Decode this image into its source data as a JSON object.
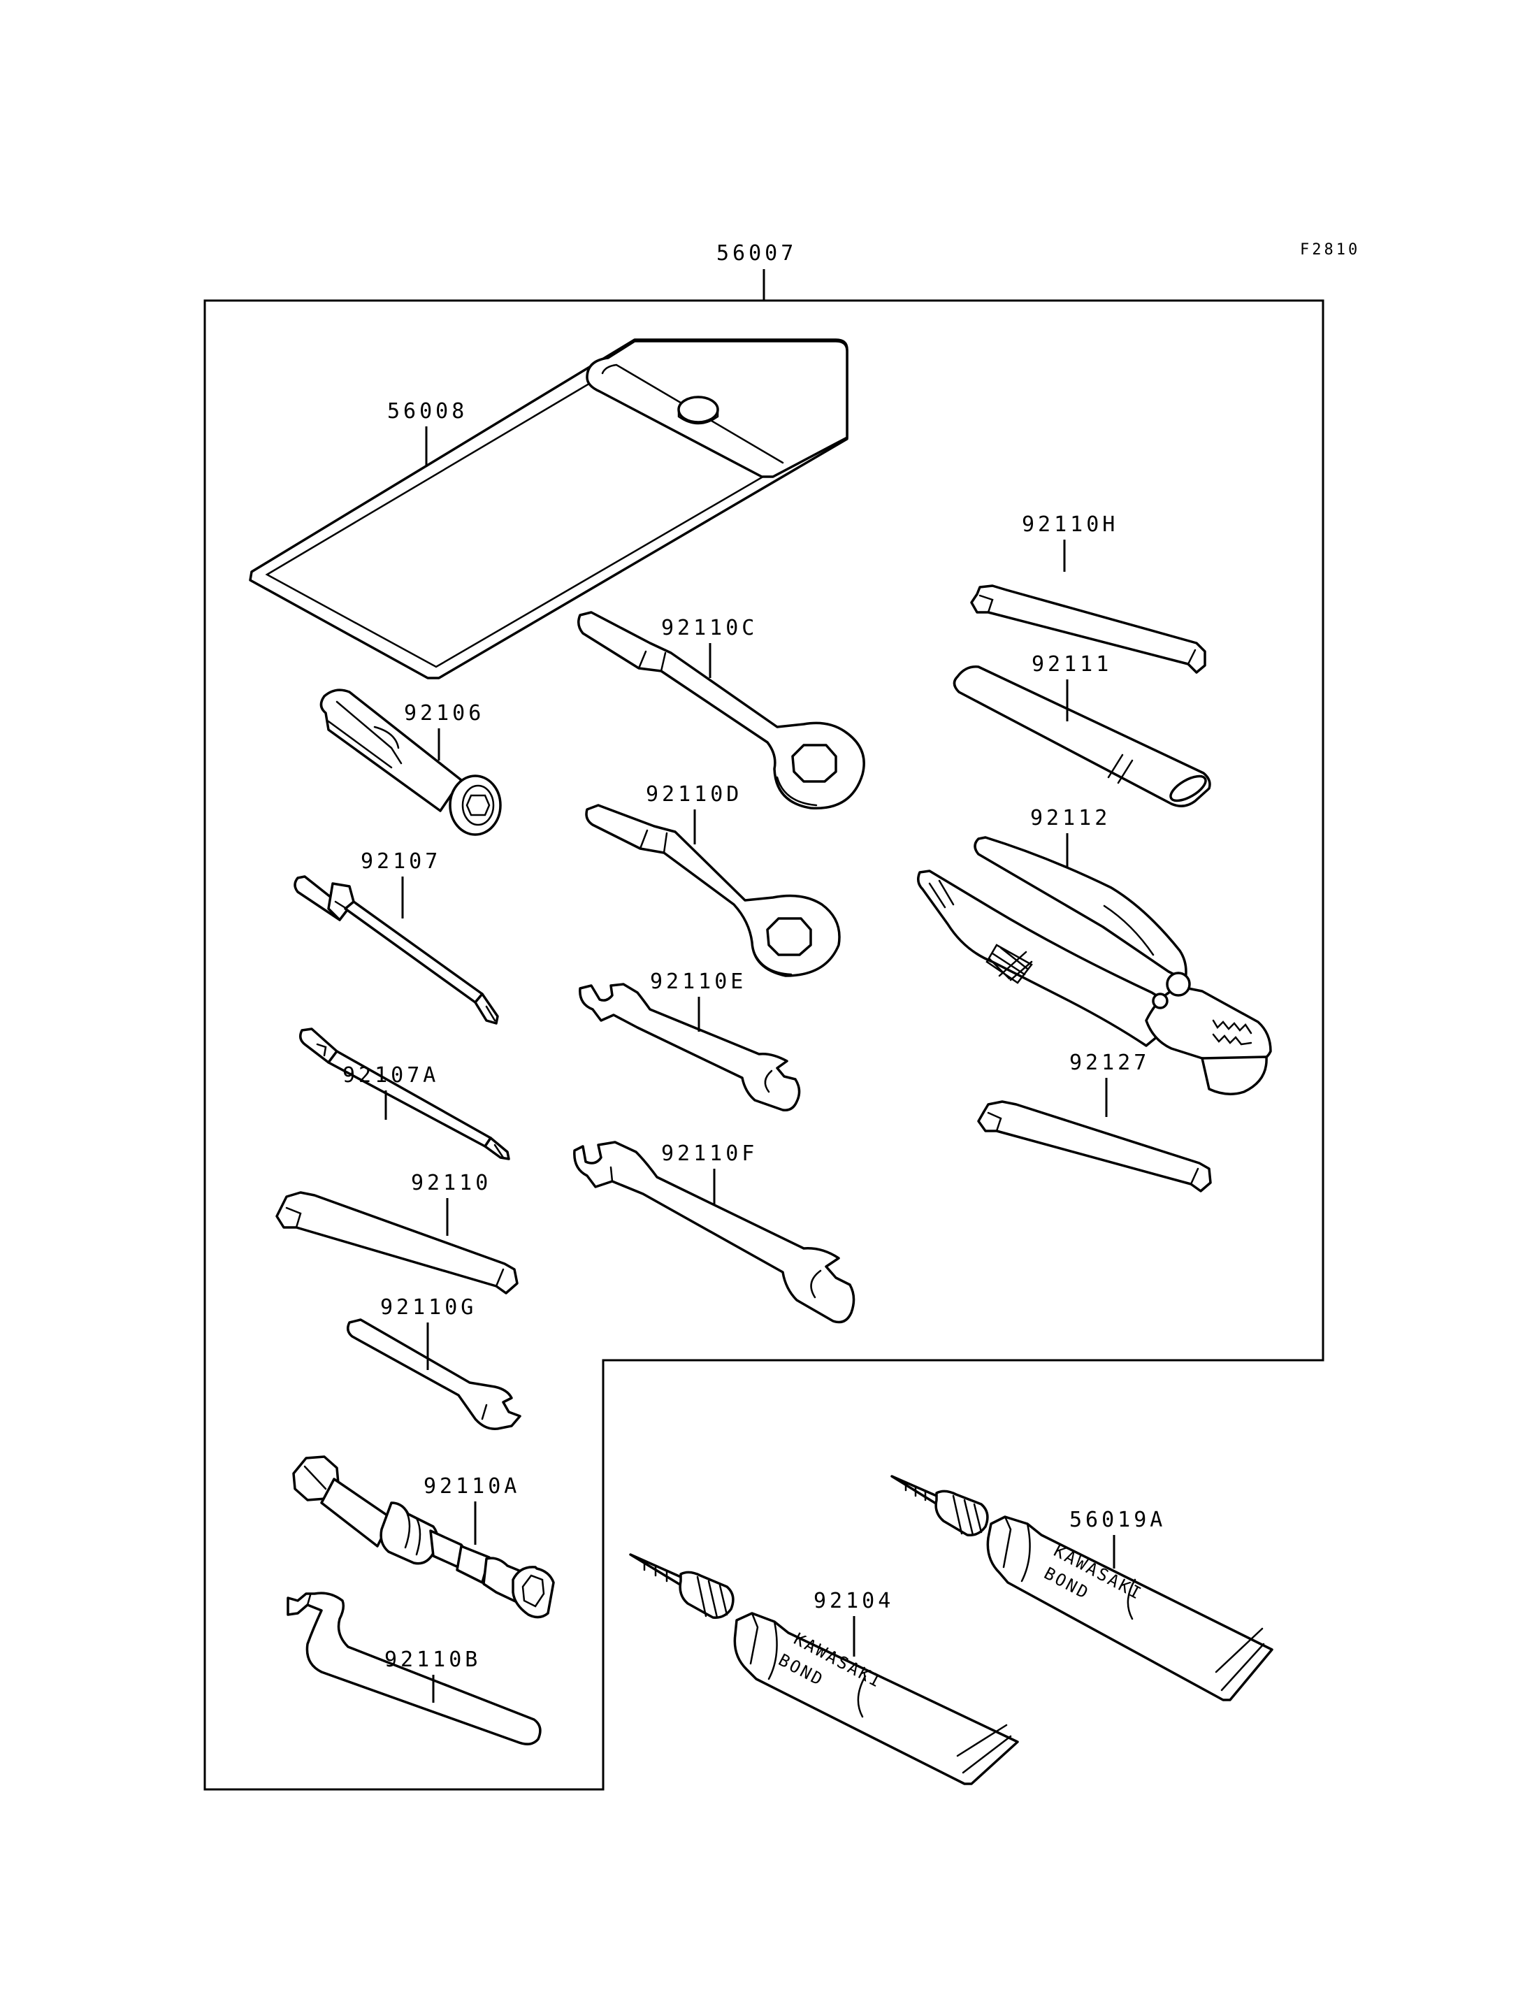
{
  "diagram": {
    "figure_code": "F2810",
    "kit_number": "56007",
    "parts": [
      {
        "id": "tool-bag",
        "number": "56008"
      },
      {
        "id": "hex-wrench-h",
        "number": "92110H"
      },
      {
        "id": "box-wrench-c",
        "number": "92110C"
      },
      {
        "id": "handle-bar",
        "number": "92111"
      },
      {
        "id": "plug-wrench",
        "number": "92106"
      },
      {
        "id": "box-wrench-d",
        "number": "92110D"
      },
      {
        "id": "pliers",
        "number": "92112"
      },
      {
        "id": "screwdriver",
        "number": "92107"
      },
      {
        "id": "open-wrench-e",
        "number": "92110E"
      },
      {
        "id": "screwdriver-a",
        "number": "92107A"
      },
      {
        "id": "hex-wrench-92127",
        "number": "92127"
      },
      {
        "id": "open-wrench-f",
        "number": "92110F"
      },
      {
        "id": "hex-wrench-92110",
        "number": "92110"
      },
      {
        "id": "open-wrench-g",
        "number": "92110G"
      },
      {
        "id": "socket-wrench-a",
        "number": "92110A"
      },
      {
        "id": "hook-wrench-b",
        "number": "92110B"
      },
      {
        "id": "bond-tube-small",
        "number": "56019A"
      },
      {
        "id": "bond-tube-large",
        "number": "92104"
      }
    ],
    "tube_brand_line1": "KAWASAKI",
    "tube_brand_line2": "BOND"
  }
}
